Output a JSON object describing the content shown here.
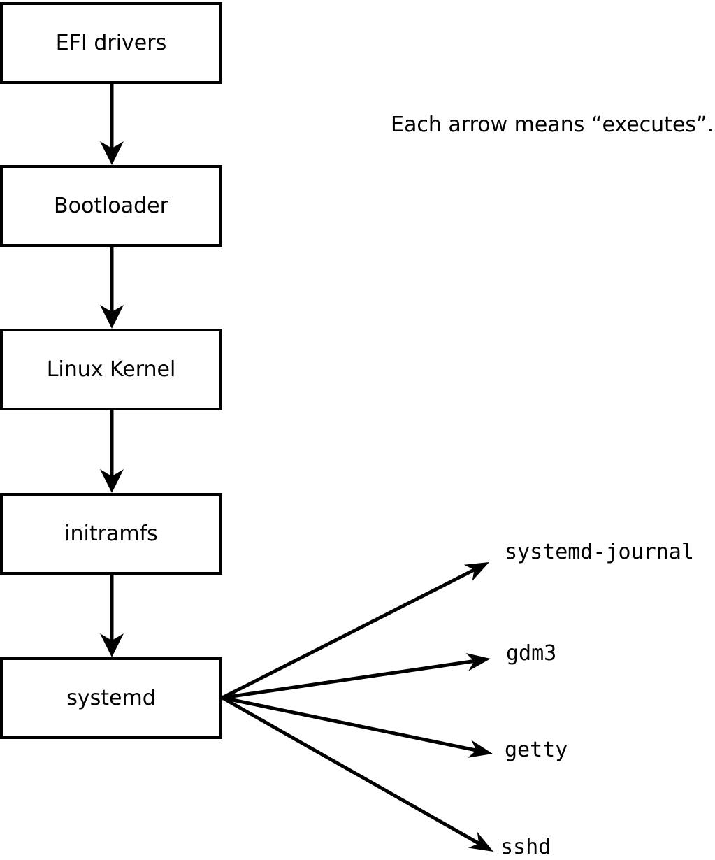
{
  "note": {
    "text": "Each arrow means “executes”."
  },
  "chain_nodes": [
    {
      "label": "EFI drivers"
    },
    {
      "label": "Bootloader"
    },
    {
      "label": "Linux Kernel"
    },
    {
      "label": "initramfs"
    },
    {
      "label": "systemd"
    }
  ],
  "spawned_processes": [
    {
      "label": "systemd-journal"
    },
    {
      "label": "gdm3"
    },
    {
      "label": "getty"
    },
    {
      "label": "sshd"
    }
  ],
  "edges": [
    {
      "from": "EFI drivers",
      "to": "Bootloader"
    },
    {
      "from": "Bootloader",
      "to": "Linux Kernel"
    },
    {
      "from": "Linux Kernel",
      "to": "initramfs"
    },
    {
      "from": "initramfs",
      "to": "systemd"
    },
    {
      "from": "systemd",
      "to": "systemd-journal"
    },
    {
      "from": "systemd",
      "to": "gdm3"
    },
    {
      "from": "systemd",
      "to": "getty"
    },
    {
      "from": "systemd",
      "to": "sshd"
    }
  ],
  "colors": {
    "line": "#000000",
    "box_fill": "#ffffff",
    "background": "#ffffff",
    "text": "#000000"
  }
}
